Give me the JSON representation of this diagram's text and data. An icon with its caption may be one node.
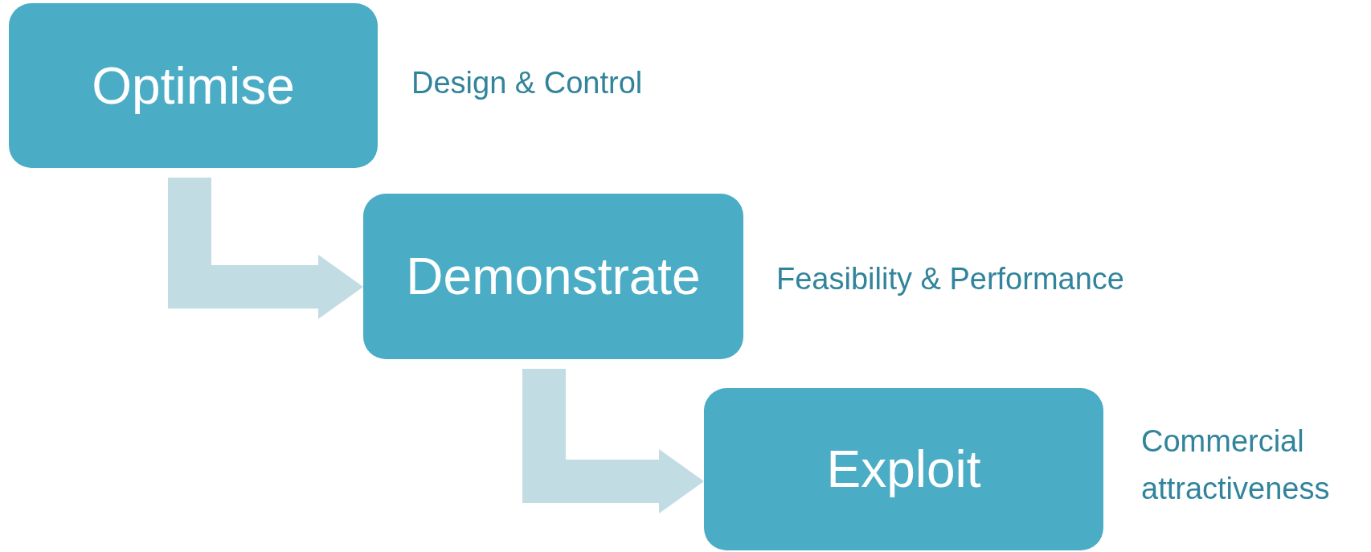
{
  "diagram": {
    "nodes": [
      {
        "text": [
          "Optimise"
        ],
        "beside": [
          "Design & Control"
        ]
      },
      {
        "text": [
          "Demonstrate"
        ],
        "beside": [
          "Feasibility & Performance"
        ]
      },
      {
        "text": [
          "Exploit"
        ],
        "beside": [
          "Commercial attractiveness"
        ]
      }
    ],
    "edges": [
      {
        "from": 0,
        "to": 1,
        "arrow": "to"
      },
      {
        "from": 1,
        "to": 2,
        "arrow": "to"
      }
    ]
  }
}
